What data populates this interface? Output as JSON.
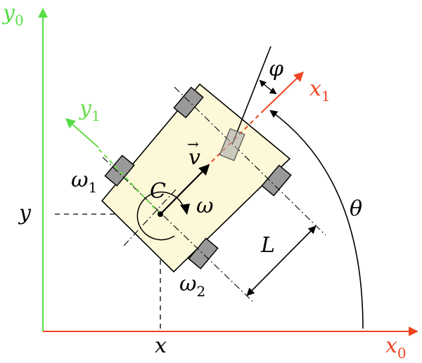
{
  "labels": {
    "y0": {
      "main": "y",
      "sub": "0"
    },
    "x0": {
      "main": "x",
      "sub": "0"
    },
    "y1": {
      "main": "y",
      "sub": "1"
    },
    "x1": {
      "main": "x",
      "sub": "1"
    },
    "phi": "φ",
    "theta": "θ",
    "v": "v",
    "v_arrow": "→",
    "C": "C",
    "omega": "ω",
    "omega1": {
      "main": "ω",
      "sub": "1"
    },
    "omega2": {
      "main": "ω",
      "sub": "2"
    },
    "L": "L",
    "y": "y",
    "x": "x"
  },
  "colors": {
    "world_axes_y": "#55dd44",
    "world_axes_x": "#ee4422",
    "body_frame_y": "#66dd44",
    "body_frame_x": "#ee4422",
    "body_fill": "#fcf8d8",
    "wheel_fill": "#999999",
    "ink": "#000000"
  }
}
